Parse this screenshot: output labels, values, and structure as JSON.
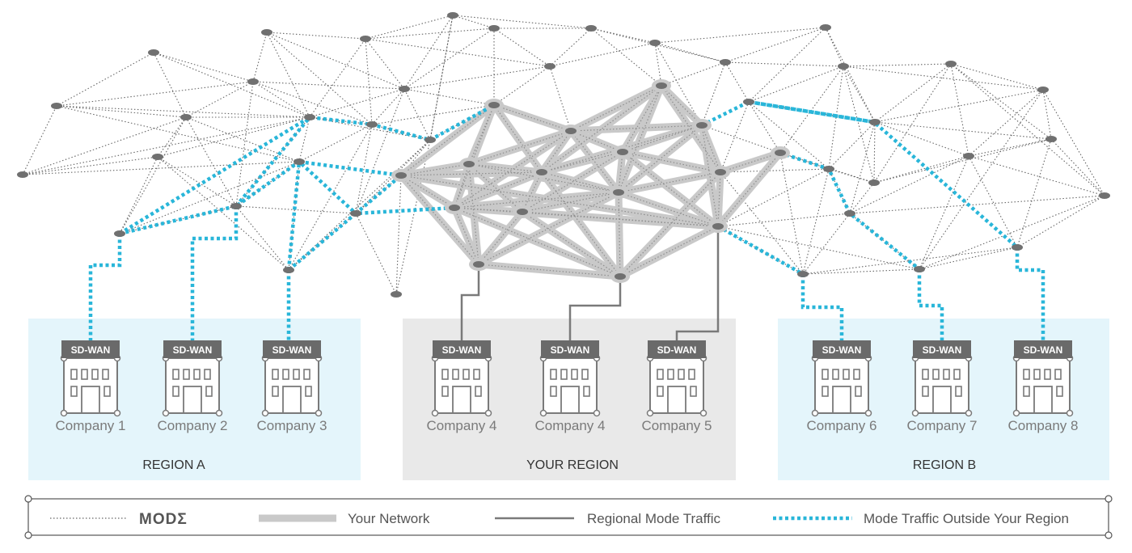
{
  "colors": {
    "mode_line": "#666666",
    "network": "#c9c9c9",
    "regional": "#7a7a7a",
    "outside": "#29b6d9",
    "region_blue": "#e4f5fb",
    "region_gray": "#e9e9e9",
    "node": "#707070",
    "sdwan_bg": "#6a6a6a"
  },
  "regions": [
    {
      "name": "REGION A"
    },
    {
      "name": "YOUR REGION"
    },
    {
      "name": "REGION B"
    }
  ],
  "sdwan_label": "SD-WAN",
  "companies": [
    {
      "label": "Company 1"
    },
    {
      "label": "Company 2"
    },
    {
      "label": "Company 3"
    },
    {
      "label": "Company 4"
    },
    {
      "label": "Company 4"
    },
    {
      "label": "Company 5"
    },
    {
      "label": "Company 6"
    },
    {
      "label": "Company 7"
    },
    {
      "label": "Company 8"
    }
  ],
  "legend": {
    "mode_logo": "MODΣ",
    "your_network": "Your Network",
    "regional_traffic": "Regional Mode Traffic",
    "outside_traffic": "Mode Traffic Outside Your Region"
  }
}
